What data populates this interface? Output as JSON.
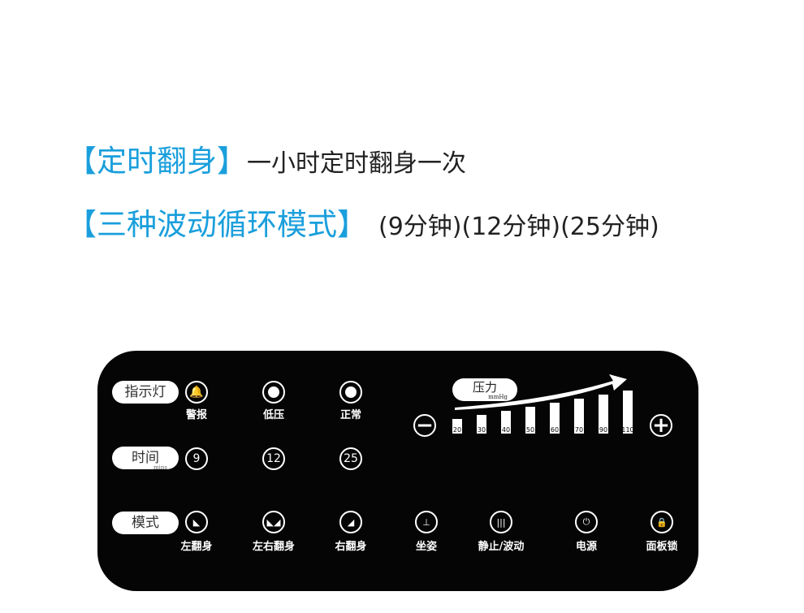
{
  "headline1": {
    "title": "【定时翻身】",
    "desc": "一小时定时翻身一次"
  },
  "headline2": {
    "title": "【三种波动循环模式】",
    "desc": "(9分钟)(12分钟)(25分钟)"
  },
  "panel": {
    "indicator": {
      "label": "指示灯",
      "items": [
        {
          "icon": "bell-icon",
          "label": "警报"
        },
        {
          "icon": "dot-icon",
          "label": "低压"
        },
        {
          "icon": "dot-icon",
          "label": "正常"
        }
      ]
    },
    "time": {
      "label": "时间",
      "unit": "mins",
      "options": [
        "9",
        "12",
        "25"
      ]
    },
    "pressure": {
      "label": "压力",
      "unit": "mmHg",
      "levels": [
        "20",
        "30",
        "40",
        "50",
        "60",
        "70",
        "90",
        "110"
      ],
      "minus": "−",
      "plus": "+"
    },
    "mode": {
      "label": "模式",
      "buttons": [
        "左翻身",
        "左右翻身",
        "右翻身",
        "坐姿",
        "静止/波动",
        "电源",
        "面板锁"
      ]
    }
  },
  "colors": {
    "accent": "#1a9fdc",
    "panel": "#050505"
  }
}
